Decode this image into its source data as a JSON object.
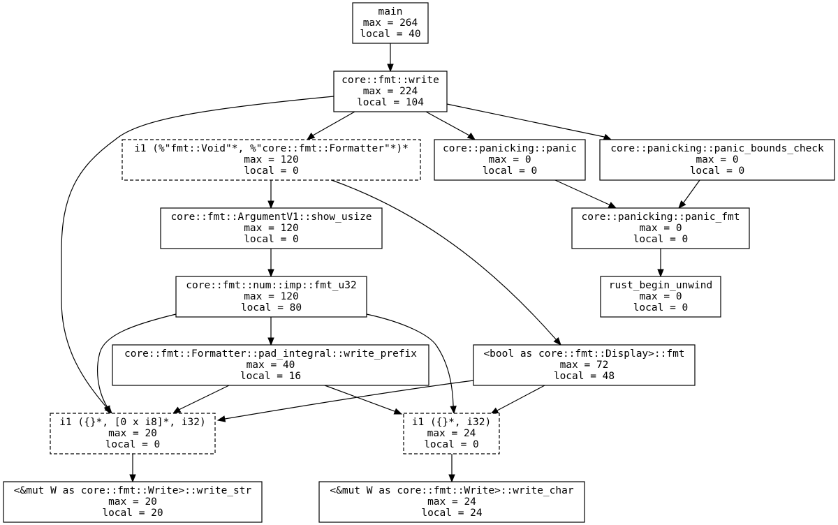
{
  "nodes": [
    {
      "id": "main",
      "lines": [
        "main",
        "max = 264",
        "local = 40"
      ],
      "dashed": false
    },
    {
      "id": "fmt_write",
      "lines": [
        "core::fmt::write",
        "max = 224",
        "local = 104"
      ],
      "dashed": false
    },
    {
      "id": "fn_ptr_void",
      "lines": [
        "i1 (%\"fmt::Void\"*, %\"core::fmt::Formatter\"*)*",
        "max = 120",
        "local = 0"
      ],
      "dashed": true
    },
    {
      "id": "panic",
      "lines": [
        "core::panicking::panic",
        "max = 0",
        "local = 0"
      ],
      "dashed": false
    },
    {
      "id": "panic_bounds_check",
      "lines": [
        "core::panicking::panic_bounds_check",
        "max = 0",
        "local = 0"
      ],
      "dashed": false
    },
    {
      "id": "show_usize",
      "lines": [
        "core::fmt::ArgumentV1::show_usize",
        "max = 120",
        "local = 0"
      ],
      "dashed": false
    },
    {
      "id": "panic_fmt",
      "lines": [
        "core::panicking::panic_fmt",
        "max = 0",
        "local = 0"
      ],
      "dashed": false
    },
    {
      "id": "fmt_u32",
      "lines": [
        "core::fmt::num::imp::fmt_u32",
        "max = 120",
        "local = 80"
      ],
      "dashed": false
    },
    {
      "id": "rust_begin_unwind",
      "lines": [
        "rust_begin_unwind",
        "max = 0",
        "local = 0"
      ],
      "dashed": false
    },
    {
      "id": "write_prefix",
      "lines": [
        "core::fmt::Formatter::pad_integral::write_prefix",
        "max = 40",
        "local = 16"
      ],
      "dashed": false
    },
    {
      "id": "bool_fmt",
      "lines": [
        "<bool as core::fmt::Display>::fmt",
        "max = 72",
        "local = 48"
      ],
      "dashed": false
    },
    {
      "id": "fn_ptr_str",
      "lines": [
        "i1 ({}*, [0 x i8]*, i32)",
        "max = 20",
        "local = 0"
      ],
      "dashed": true
    },
    {
      "id": "fn_ptr_char",
      "lines": [
        "i1 ({}*, i32)",
        "max = 24",
        "local = 0"
      ],
      "dashed": true
    },
    {
      "id": "write_str",
      "lines": [
        "<&mut W as core::fmt::Write>::write_str",
        "max = 20",
        "local = 20"
      ],
      "dashed": false
    },
    {
      "id": "write_char",
      "lines": [
        "<&mut W as core::fmt::Write>::write_char",
        "max = 24",
        "local = 24"
      ],
      "dashed": false
    }
  ],
  "edges": [
    {
      "from": "main",
      "to": "fmt_write"
    },
    {
      "from": "fmt_write",
      "to": "fn_ptr_void"
    },
    {
      "from": "fmt_write",
      "to": "panic"
    },
    {
      "from": "fmt_write",
      "to": "panic_bounds_check"
    },
    {
      "from": "fmt_write",
      "to": "fn_ptr_str"
    },
    {
      "from": "fn_ptr_void",
      "to": "show_usize"
    },
    {
      "from": "fn_ptr_void",
      "to": "bool_fmt"
    },
    {
      "from": "panic",
      "to": "panic_fmt"
    },
    {
      "from": "panic_bounds_check",
      "to": "panic_fmt"
    },
    {
      "from": "panic_fmt",
      "to": "rust_begin_unwind"
    },
    {
      "from": "show_usize",
      "to": "fmt_u32"
    },
    {
      "from": "fmt_u32",
      "to": "write_prefix"
    },
    {
      "from": "fmt_u32",
      "to": "fn_ptr_str"
    },
    {
      "from": "fmt_u32",
      "to": "fn_ptr_char"
    },
    {
      "from": "write_prefix",
      "to": "fn_ptr_str"
    },
    {
      "from": "write_prefix",
      "to": "fn_ptr_char"
    },
    {
      "from": "bool_fmt",
      "to": "fn_ptr_str"
    },
    {
      "from": "bool_fmt",
      "to": "fn_ptr_char"
    },
    {
      "from": "fn_ptr_str",
      "to": "write_str"
    },
    {
      "from": "fn_ptr_char",
      "to": "write_char"
    }
  ]
}
